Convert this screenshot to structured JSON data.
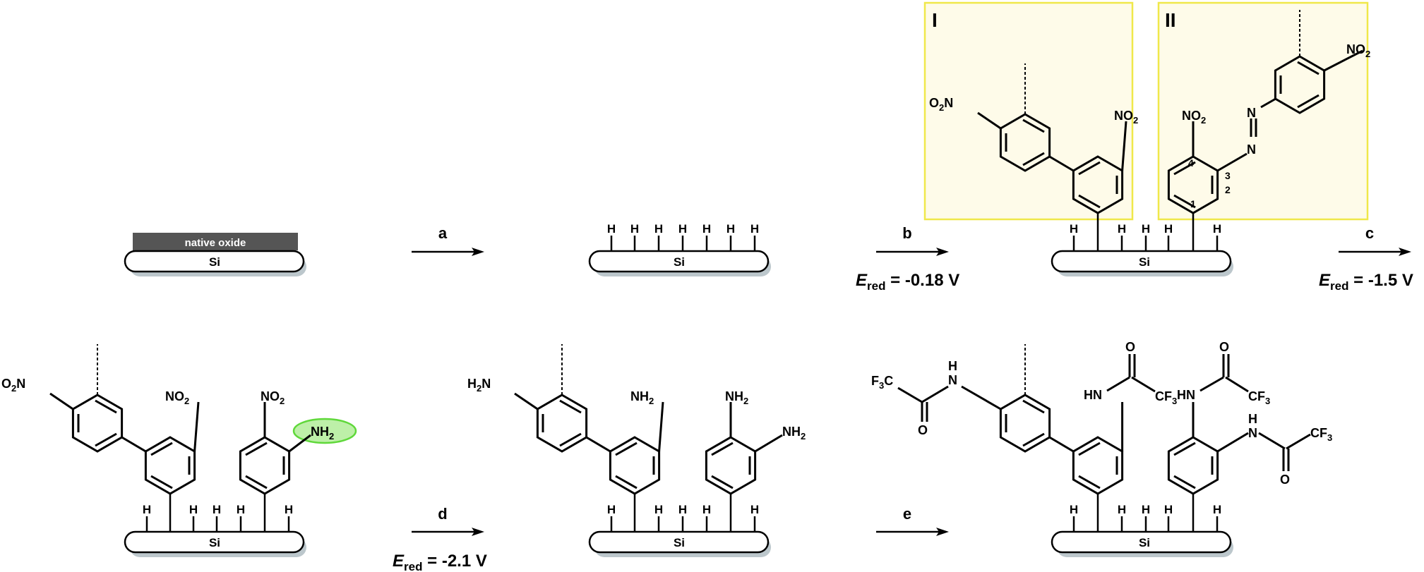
{
  "substrate": {
    "si": "Si",
    "oxide": "native oxide",
    "h": "H"
  },
  "steps": {
    "a": "a",
    "b": "b",
    "c": "c",
    "d": "d",
    "e": "e"
  },
  "potentials": {
    "symbol": "E",
    "sub": "red",
    "b": " = -0.18 V",
    "c": " = -1.5 V",
    "d": " = -2.1 V"
  },
  "boxes": {
    "I": "I",
    "II": "II"
  },
  "groups": {
    "no2": "NO",
    "o2n": "O",
    "two": "2",
    "nh2": "NH",
    "h2n": "H",
    "n_suffix": "N",
    "n": "N",
    "hn": "HN",
    "h": "H",
    "o": "O",
    "cf3": "CF",
    "f3c": "F",
    "c_suffix": "C",
    "three": "3"
  },
  "ring_numbers": {
    "n1": "1",
    "n2": "2",
    "n3": "3",
    "n4": "4"
  },
  "colors": {
    "box_fill": "#fefbe9",
    "box_stroke": "#f0e84a",
    "oxide": "#555555",
    "shadow": "#bcc7cc",
    "amine_highlight": "#bdf0a8",
    "amine_highlight_stroke": "#5fd83a"
  }
}
